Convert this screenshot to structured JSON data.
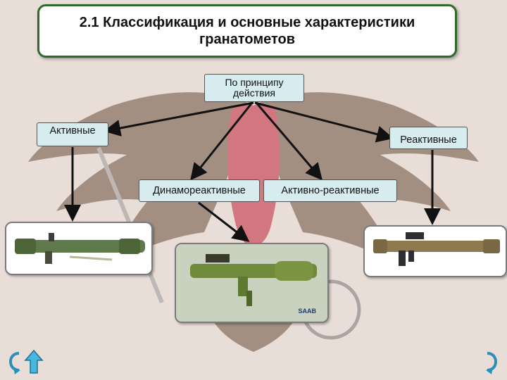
{
  "slide": {
    "title": "2.1 Классификация и основные характеристики\nгранатометов"
  },
  "tree": {
    "root": "По принципу\nдействия",
    "active": "Активные",
    "reactive": "Реактивные",
    "dynamoreactive": "Динамореактивные",
    "active_reactive": "Активно-реактивные"
  },
  "photos": {
    "saab_logo": "SAAB"
  },
  "icons": {
    "nav_back": "return-arrow-icon",
    "nav_up": "up-arrow-icon",
    "nav_forward": "curved-arrow-icon"
  },
  "colors": {
    "title_border": "#2f6a2a",
    "node_fill": "#d6ecef",
    "arrow": "#111111"
  }
}
